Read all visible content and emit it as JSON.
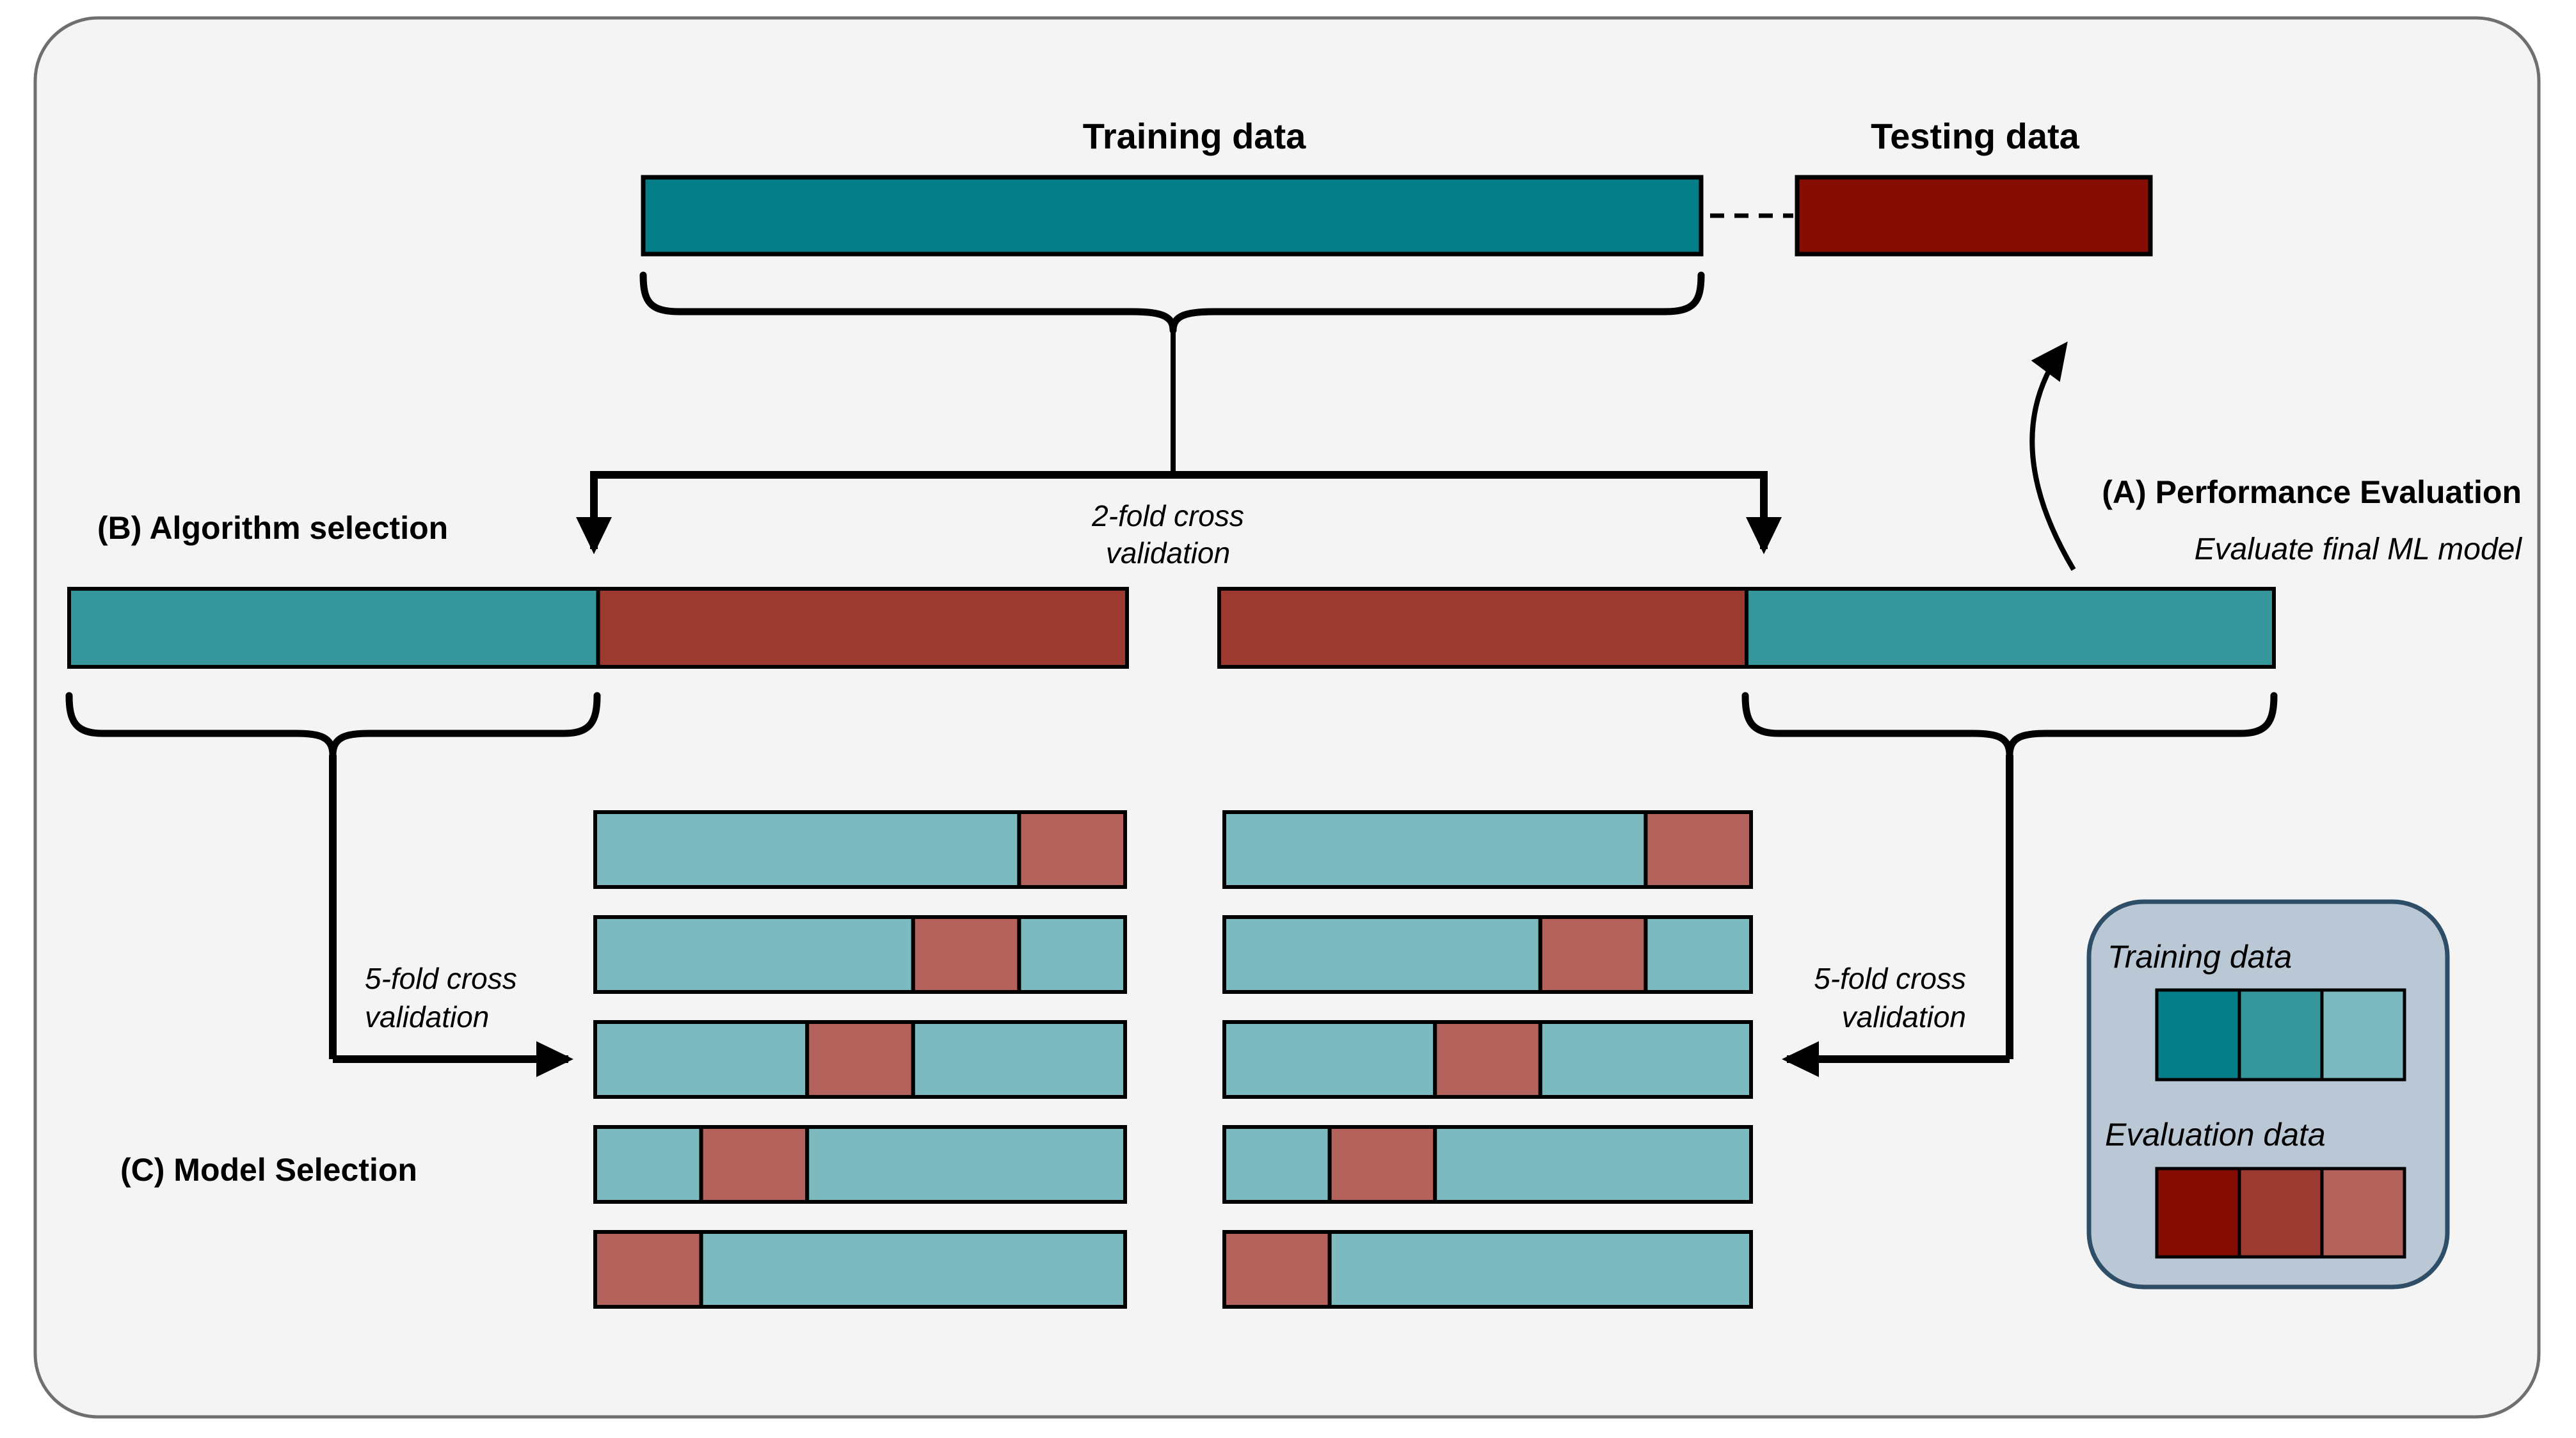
{
  "palette": {
    "page_bg": "#ffffff",
    "canvas_bg": "#f4f4f5",
    "canvas_border": "#6f6f6f",
    "teal_dark": "#067E87",
    "teal_mid": "#35969C",
    "teal_light": "#7CBABF",
    "red_dark": "#860D04",
    "red_mid": "#9C3931",
    "red_light": "#B5625D",
    "line": "#000000",
    "legend_bg": "#B9C8D4",
    "legend_border": "#2E4D66"
  },
  "header": {
    "training_title": "Training data",
    "testing_title": "Testing data"
  },
  "annotations": {
    "a_label": "(A) Performance Evaluation",
    "a_sub": "Evaluate final ML model",
    "b_label": "(B) Algorithm selection",
    "c_label": "(C) Model Selection",
    "two_fold_line1": "2-fold cross",
    "two_fold_line2": "validation",
    "five_fold_line1": "5-fold cross",
    "five_fold_line2": "validation"
  },
  "diagram": {
    "top_training_bar": [
      {
        "c": "teal_dark",
        "f": 1
      }
    ],
    "top_testing_bar": [
      {
        "c": "red_dark",
        "f": 1
      }
    ],
    "two_fold_left": [
      {
        "c": "teal_mid",
        "f": 0.5
      },
      {
        "c": "red_mid",
        "f": 0.5
      }
    ],
    "two_fold_right": [
      {
        "c": "red_mid",
        "f": 0.5
      },
      {
        "c": "teal_mid",
        "f": 0.5
      }
    ],
    "five_fold_rows": [
      [
        {
          "c": "teal_light",
          "f": 0.8
        },
        {
          "c": "red_light",
          "f": 0.2
        }
      ],
      [
        {
          "c": "teal_light",
          "f": 0.6
        },
        {
          "c": "red_light",
          "f": 0.2
        },
        {
          "c": "teal_light",
          "f": 0.2
        }
      ],
      [
        {
          "c": "teal_light",
          "f": 0.4
        },
        {
          "c": "red_light",
          "f": 0.2
        },
        {
          "c": "teal_light",
          "f": 0.4
        }
      ],
      [
        {
          "c": "teal_light",
          "f": 0.2
        },
        {
          "c": "red_light",
          "f": 0.2
        },
        {
          "c": "teal_light",
          "f": 0.6
        }
      ],
      [
        {
          "c": "red_light",
          "f": 0.2
        },
        {
          "c": "teal_light",
          "f": 0.8
        }
      ]
    ]
  },
  "legend": {
    "training_label": "Training data",
    "evaluation_label": "Evaluation data",
    "training_swatches": [
      "teal_dark",
      "teal_mid",
      "teal_light"
    ],
    "evaluation_swatches": [
      "red_dark",
      "red_mid",
      "red_light"
    ]
  }
}
